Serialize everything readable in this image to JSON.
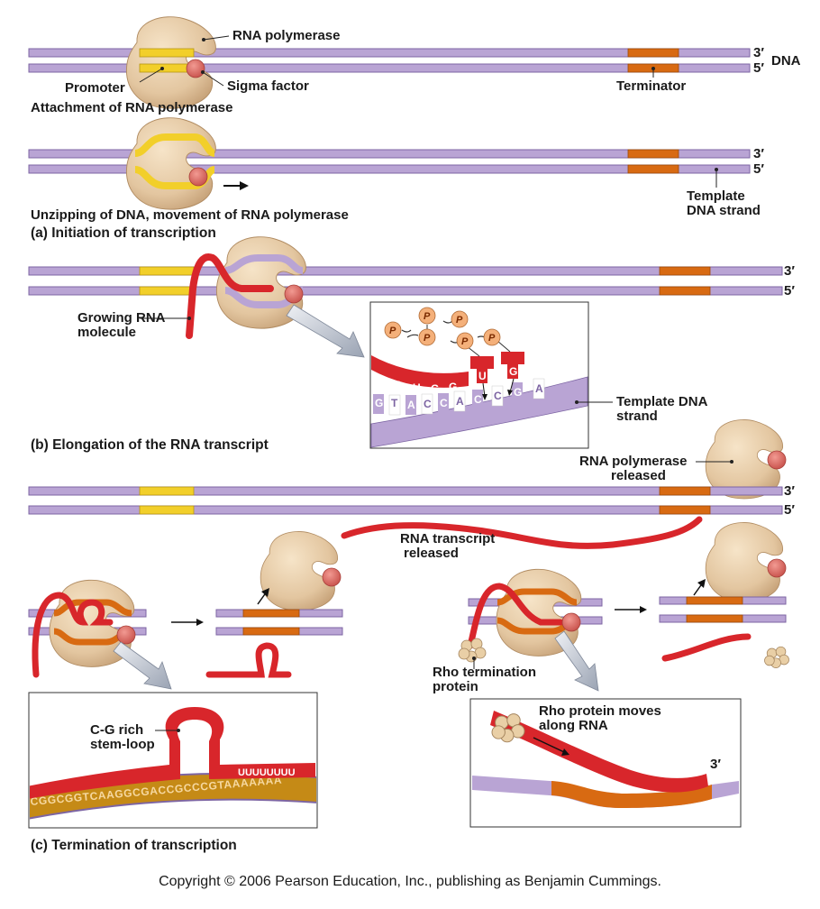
{
  "colors": {
    "dna_strand": "#b9a4d4",
    "dna_edge": "#7d65a3",
    "promoter": "#f2cf2a",
    "terminator": "#d86a12",
    "rna": "#d8262b",
    "polymerase": "#e3c6a0",
    "sigma": "#e0706a",
    "phosphate": "#f4b07a"
  },
  "panel_a": {
    "rna_polymerase": "RNA polymerase",
    "dna": "DNA",
    "end_3": "3′",
    "end_5": "5′",
    "promoter": "Promoter",
    "sigma_factor": "Sigma factor",
    "terminator": "Terminator",
    "attachment": "Attachment of RNA polymerase",
    "template_strand": "Template\nDNA strand",
    "unzipping": "Unzipping of DNA, movement of RNA polymerase",
    "caption": "(a)  Initiation of transcription"
  },
  "panel_b": {
    "growing_rna": "Growing RNA\nmolecule",
    "template_strand": "Template DNA\nstrand",
    "rna_bases": [
      "C",
      "A",
      "U",
      "G",
      "G"
    ],
    "incoming_bases": [
      "U",
      "G"
    ],
    "dna_bases": [
      "G",
      "T",
      "A",
      "C",
      "C",
      "A",
      "C",
      "C",
      "G",
      "A"
    ],
    "phosphate": "P",
    "end_3": "3′",
    "end_5": "5′",
    "caption": "(b)  Elongation of the RNA transcript"
  },
  "panel_c": {
    "polymerase_released": "RNA polymerase\nreleased",
    "transcript_released": "RNA transcript\nreleased",
    "end_3": "3′",
    "end_5": "5′",
    "stem_loop": "C-G rich\nstem-loop",
    "dna_sequence": "CGGCGGTCAAGGCGACCGCCCGTAAAAAAA",
    "u_tail": "UUUUUUUU",
    "rho_protein": "Rho termination\nprotein",
    "rho_moves": "Rho protein moves\nalong RNA",
    "rna_end": "3′",
    "caption": "(c)  Termination of transcription"
  },
  "copyright": "Copyright © 2006 Pearson Education, Inc., publishing as Benjamin Cummings."
}
